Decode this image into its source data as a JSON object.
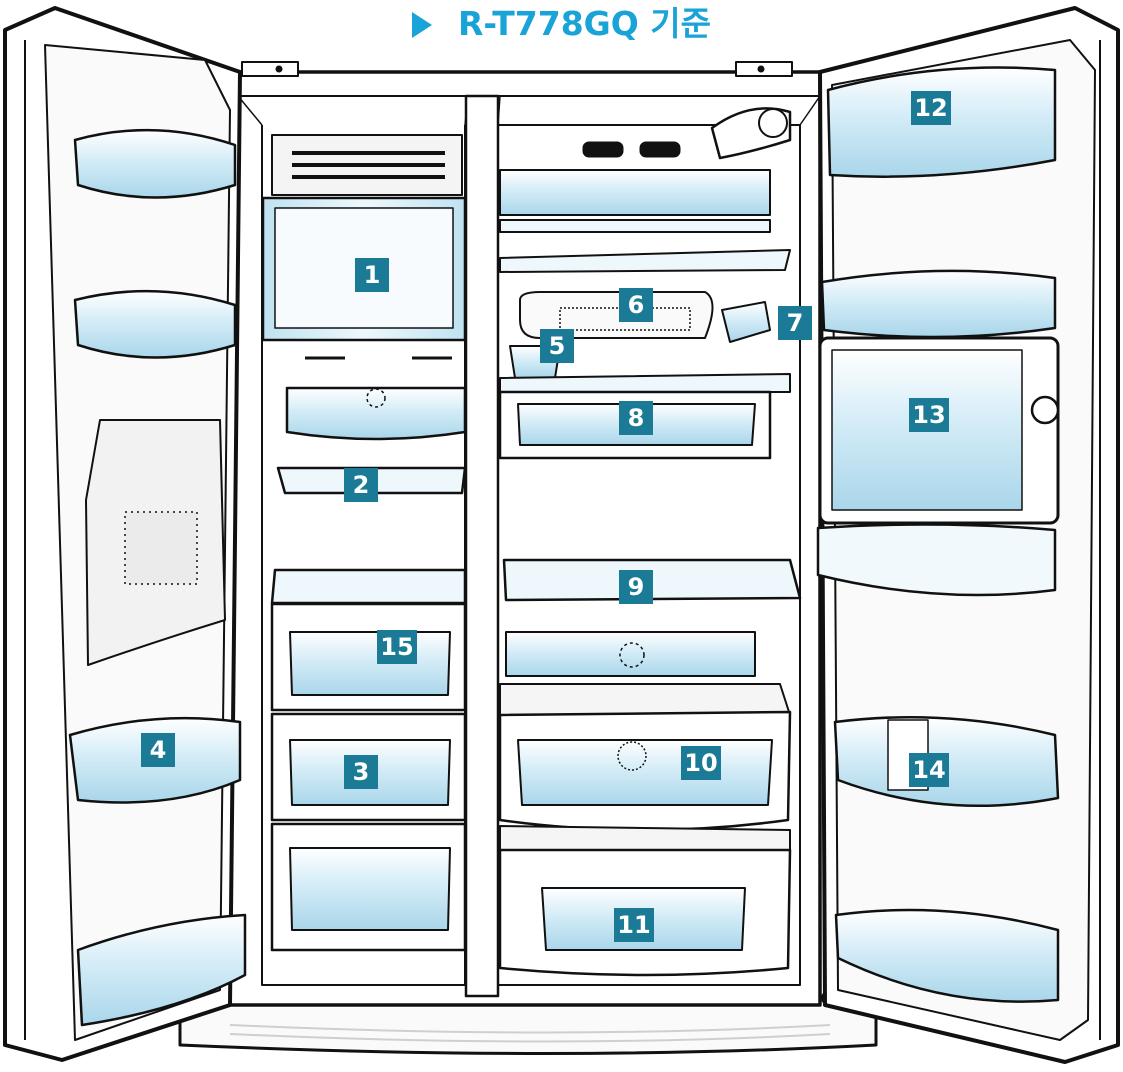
{
  "title": "R-T778GQ 기준",
  "colors": {
    "title": "#1aa3d6",
    "label_bg": "#1b7b96",
    "label_text": "#ffffff",
    "glass": "#cfe9f5"
  },
  "labels": [
    "1",
    "2",
    "3",
    "4",
    "5",
    "6",
    "7",
    "8",
    "9",
    "10",
    "11",
    "12",
    "13",
    "14",
    "15"
  ]
}
